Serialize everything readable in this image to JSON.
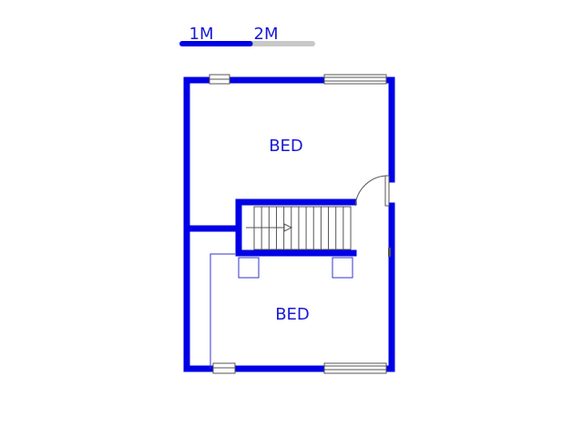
{
  "scale_bar": {
    "label_1": "1M",
    "label_2": "2M",
    "filled_fraction": 0.5
  },
  "rooms": [
    {
      "label": "BED"
    },
    {
      "label": "BED"
    }
  ],
  "colors": {
    "wall": "#0000e6",
    "text": "#1a1ad6",
    "thin_line": "#3333cc",
    "scale_grey": "#c8c8c8",
    "fixture": "#555555"
  }
}
